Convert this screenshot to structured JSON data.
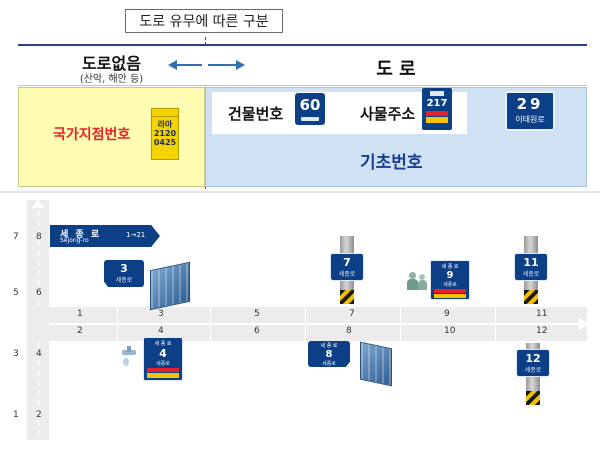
{
  "header": {
    "title": "도로 유무에 따른 구분",
    "no_road": "도로없음",
    "no_road_sub": "(산악, 해안 등)",
    "road": "도 로"
  },
  "panels": {
    "national_point_label": "국가지점번호",
    "national_point_sign": {
      "line1": "라마",
      "line2": "2120",
      "line3": "0425"
    },
    "building_number_label": "건물번호",
    "building_number_sign": {
      "num": "60"
    },
    "address_label": "사물주소",
    "address_sign": {
      "num": "217"
    },
    "base_sign": {
      "num": "29",
      "sub": "이태원로"
    },
    "base_number_label": "기초번호"
  },
  "map": {
    "y_labels_left": [
      "7",
      "5",
      "3",
      "1"
    ],
    "y_labels_right": [
      "8",
      "6",
      "4",
      "2"
    ],
    "road_sign": {
      "name": "세 종 로",
      "roman": "Sejong-ro",
      "range": "1→21"
    },
    "top_numbers": [
      "1",
      "3",
      "5",
      "7",
      "9",
      "11"
    ],
    "bottom_numbers": [
      "2",
      "4",
      "6",
      "8",
      "10",
      "12"
    ],
    "signs": [
      {
        "num": "3",
        "sub": "세종로"
      },
      {
        "num": "7",
        "sub": "세종로"
      },
      {
        "num": "9",
        "sub": "세종로",
        "top": "세 종 로"
      },
      {
        "num": "11",
        "sub": "세종로"
      },
      {
        "num": "4",
        "sub": "세종로",
        "top": "세 종 로"
      },
      {
        "num": "8",
        "sub": "세종로",
        "top": "세 종 로"
      },
      {
        "num": "12",
        "sub": "세종로"
      }
    ]
  },
  "colors": {
    "sign_blue": "#0d3f86",
    "yellow_panel": "#fdfcb1",
    "blue_panel": "#cfe1f2",
    "national_red": "#e8202a",
    "arrow_blue": "#2f6fb8"
  }
}
